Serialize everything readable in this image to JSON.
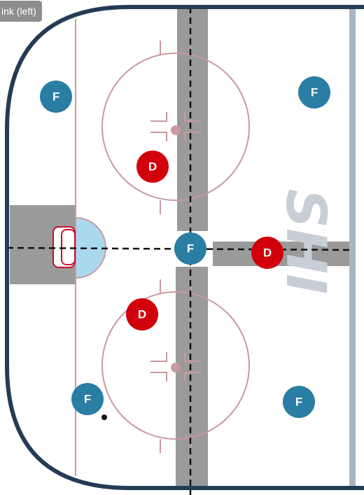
{
  "view_label": "ink (left)",
  "watermark_text": "SHI",
  "colors": {
    "forward": "#2a7da3",
    "defense": "#d1000a",
    "board": "#243b55",
    "red_line": "#c89aa0",
    "lane": "#9a9a9a",
    "crease": "#aad8ef",
    "goal": "#c8102e",
    "blue_line": "#aab5c3",
    "logo": "#c8ced6"
  },
  "players": [
    {
      "id": "f1",
      "role": "forward",
      "label": "F"
    },
    {
      "id": "f2",
      "role": "forward",
      "label": "F"
    },
    {
      "id": "f3",
      "role": "forward",
      "label": "F"
    },
    {
      "id": "f4",
      "role": "forward",
      "label": "F"
    },
    {
      "id": "f5",
      "role": "forward",
      "label": "F"
    },
    {
      "id": "d1",
      "role": "defense",
      "label": "D"
    },
    {
      "id": "d2",
      "role": "defense",
      "label": "D"
    },
    {
      "id": "d3",
      "role": "defense",
      "label": "D"
    }
  ]
}
